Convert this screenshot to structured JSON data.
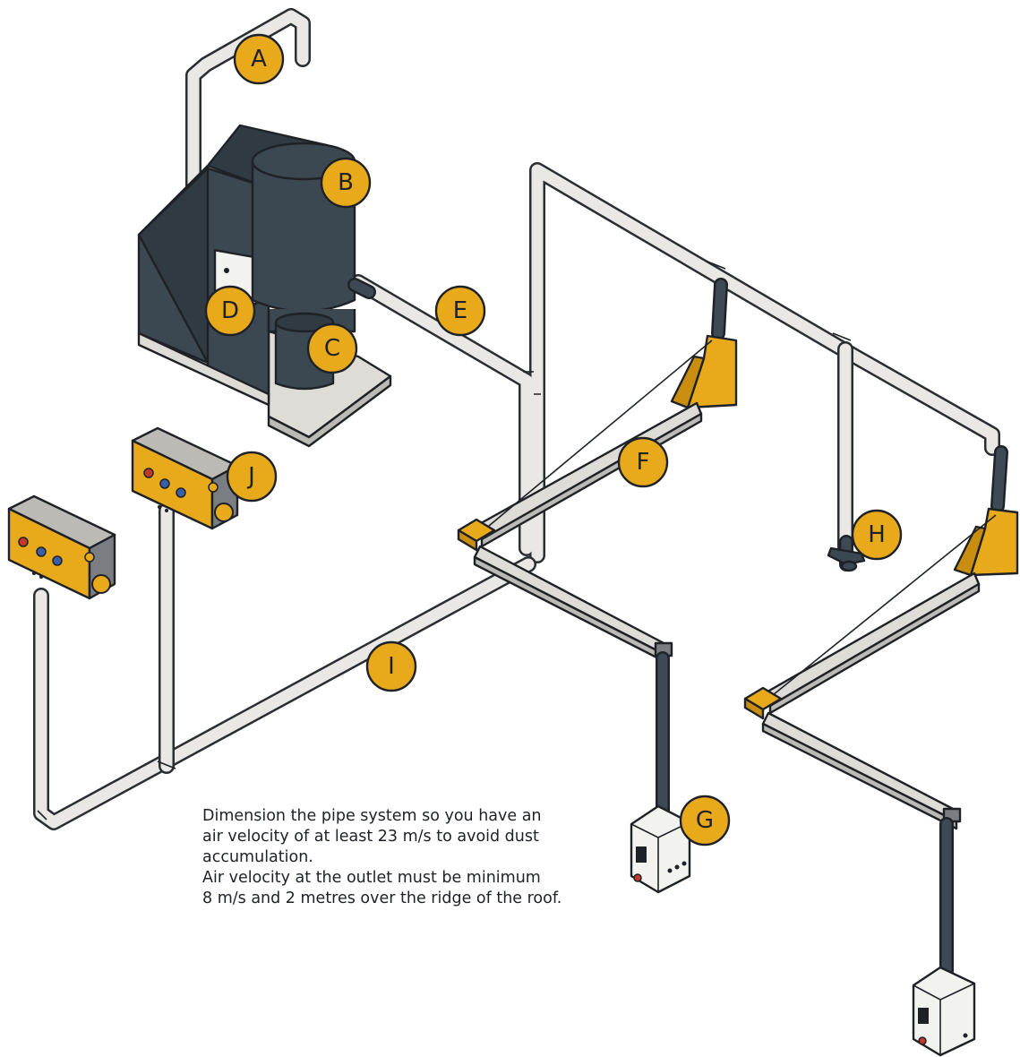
{
  "labels": {
    "a": "A",
    "b": "B",
    "c": "C",
    "d": "D",
    "e": "E",
    "f": "F",
    "g": "G",
    "h": "H",
    "i": "I",
    "j": "J"
  },
  "note": {
    "line1": "Dimension the pipe system so you have an",
    "line2": "air velocity of at least 23 m/s to avoid dust",
    "line3": "accumulation.",
    "line4": "Air velocity at the outlet must be minimum",
    "line5": "8 m/s and 2 metres over the ridge of the roof."
  },
  "colors": {
    "accent": "#e8a91b",
    "housing": "#3b4751",
    "pipe": "#e9e8e4",
    "outline": "#1e2226"
  }
}
